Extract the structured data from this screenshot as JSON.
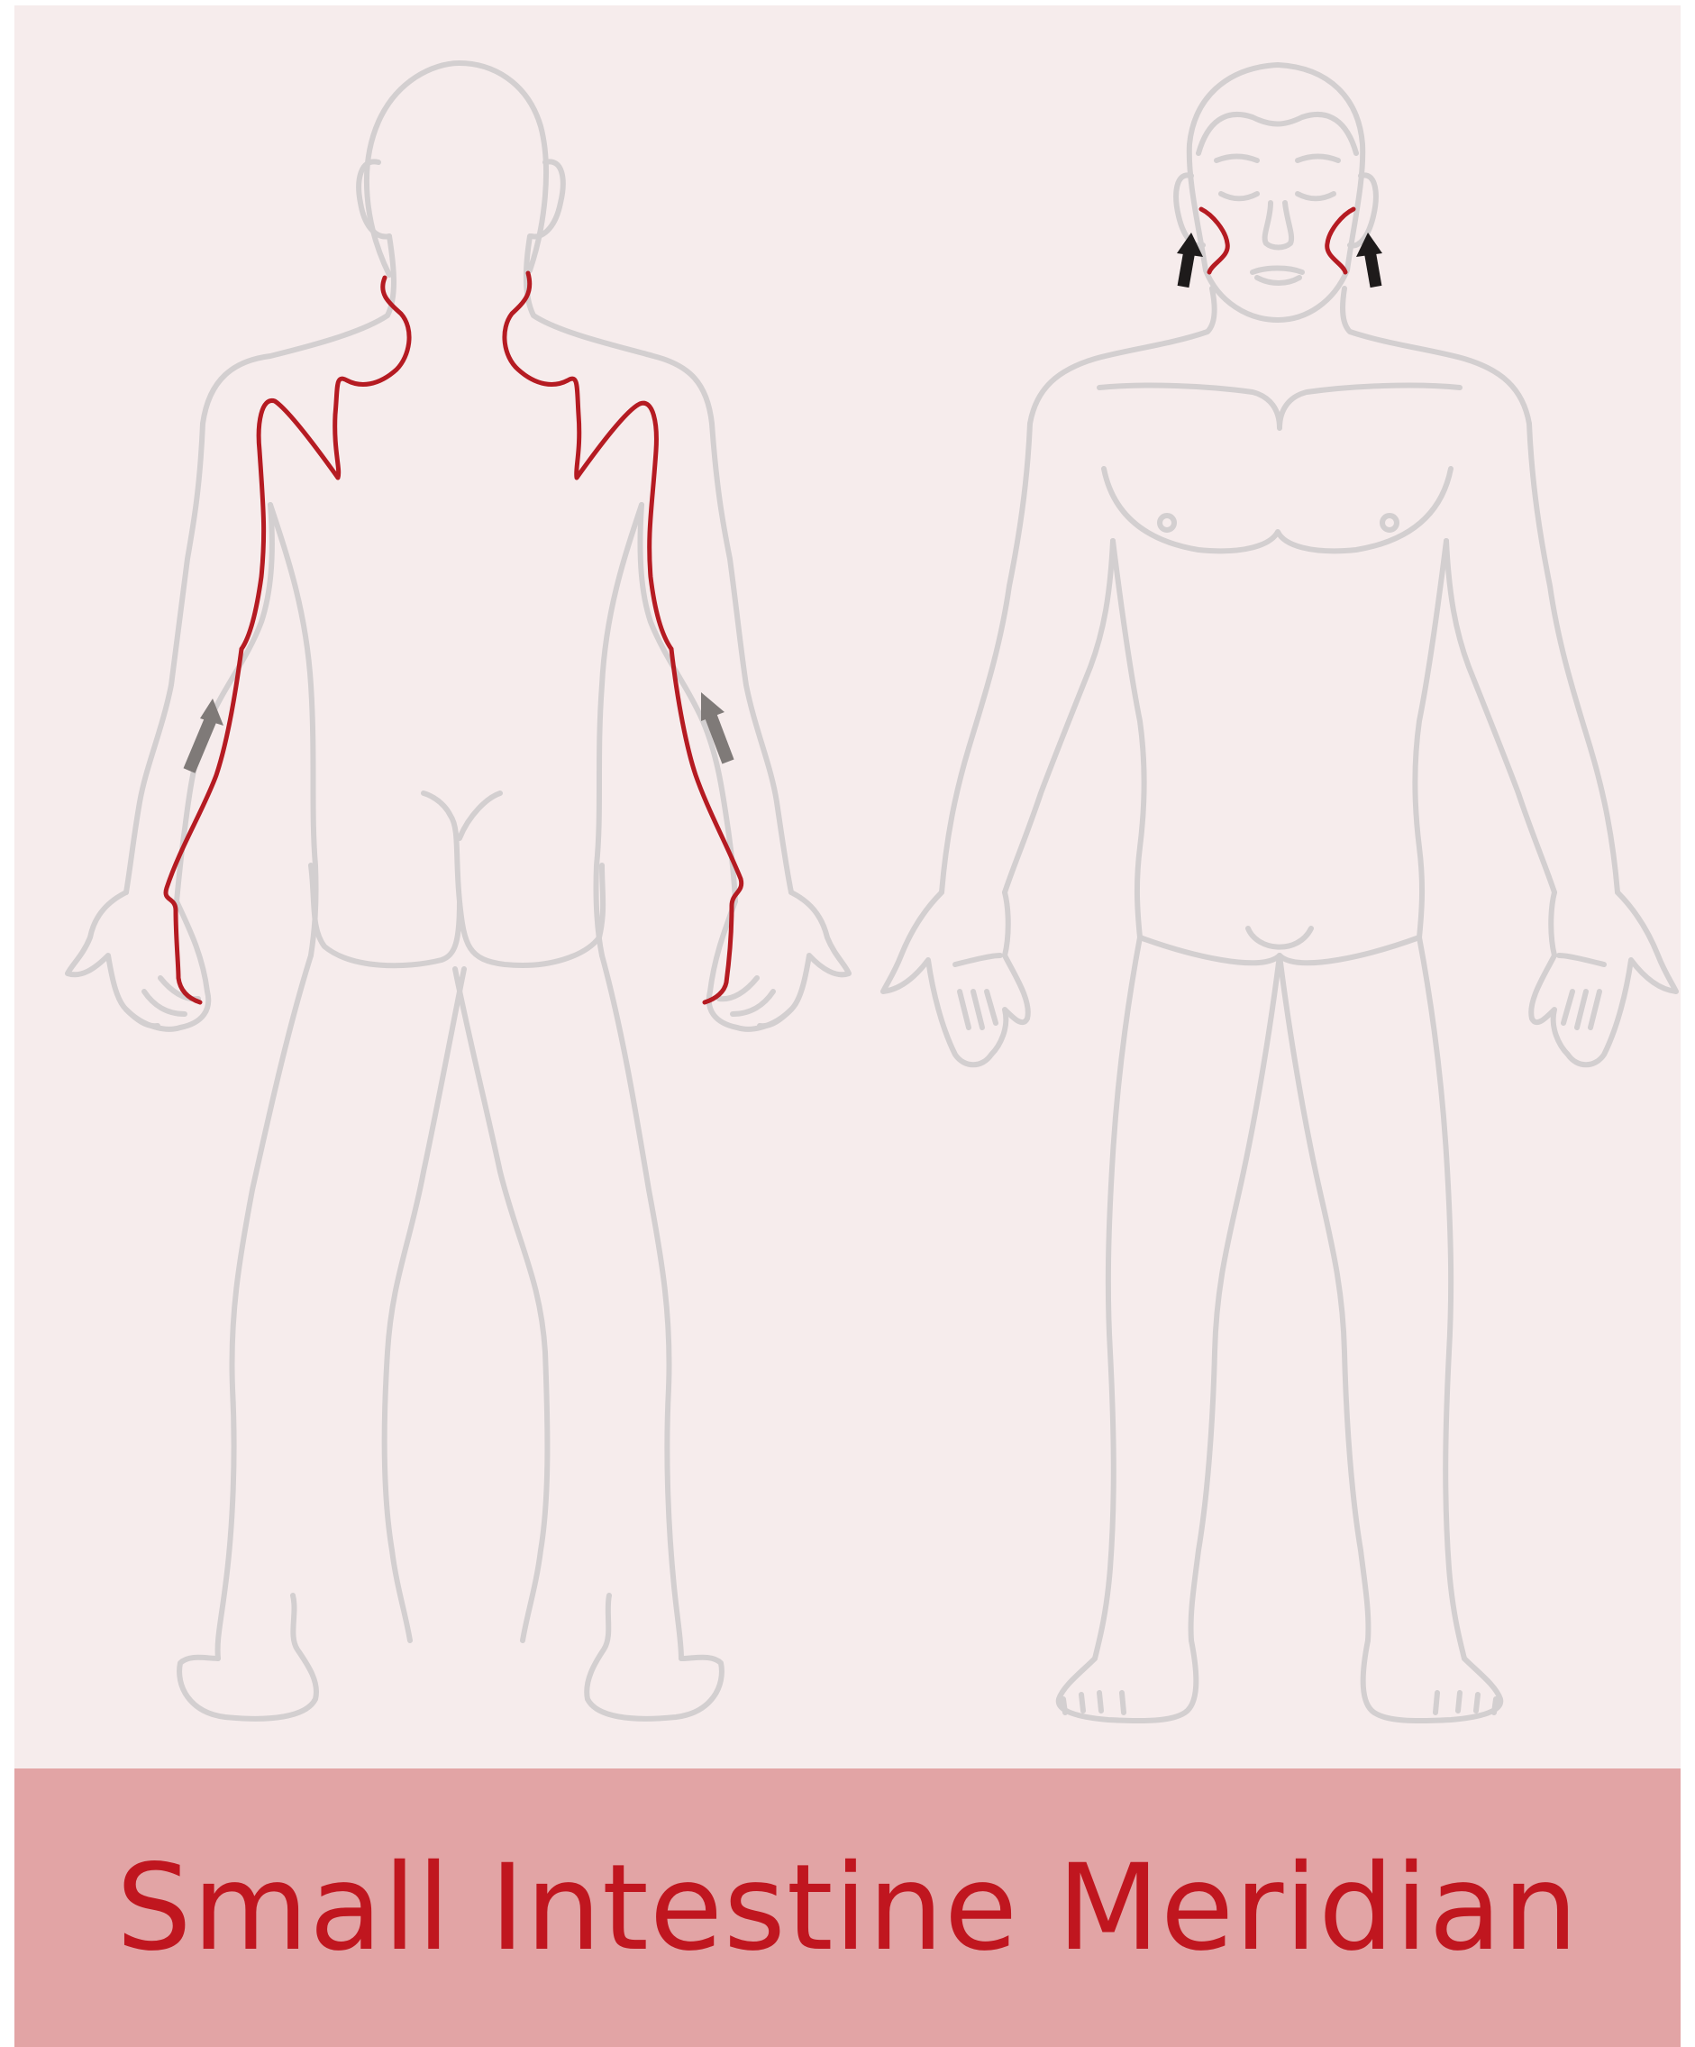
{
  "title": "Small Intestine Meridian",
  "colors": {
    "panel_background": "#f6ecec",
    "title_band": "#e2a4a5",
    "title_text": "#c0161f",
    "body_outline": "#d3cfd0",
    "meridian_line": "#b51b22",
    "back_arrow": "#7f7a78",
    "front_arrow": "#1e1b1b"
  },
  "figures": [
    {
      "view": "back",
      "meridian_segments": [
        "left-arm",
        "right-arm",
        "left-shoulder",
        "right-shoulder"
      ],
      "arrows": 2,
      "arrow_direction": "up"
    },
    {
      "view": "front",
      "meridian_segments": [
        "left-cheek",
        "right-cheek"
      ],
      "arrows": 2,
      "arrow_direction": "up"
    }
  ]
}
